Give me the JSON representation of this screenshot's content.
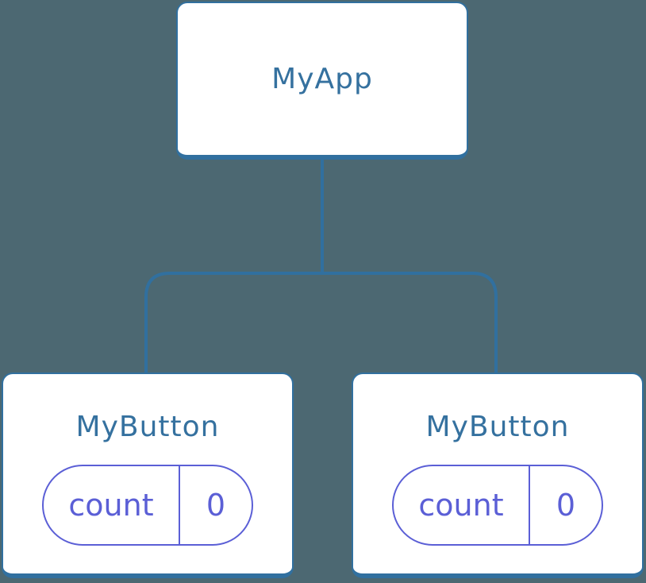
{
  "diagram": {
    "type": "component-tree",
    "root": {
      "label": "MyApp"
    },
    "children": [
      {
        "label": "MyButton",
        "state": {
          "name": "count",
          "value": "0"
        }
      },
      {
        "label": "MyButton",
        "state": {
          "name": "count",
          "value": "0"
        }
      }
    ]
  },
  "colors": {
    "bg": "#4C6872",
    "node-fill": "#FFFFFF",
    "node-border": "#31709F",
    "node-label": "#35719F",
    "connector": "#31709F",
    "state-pill": "#5B5FD6"
  }
}
